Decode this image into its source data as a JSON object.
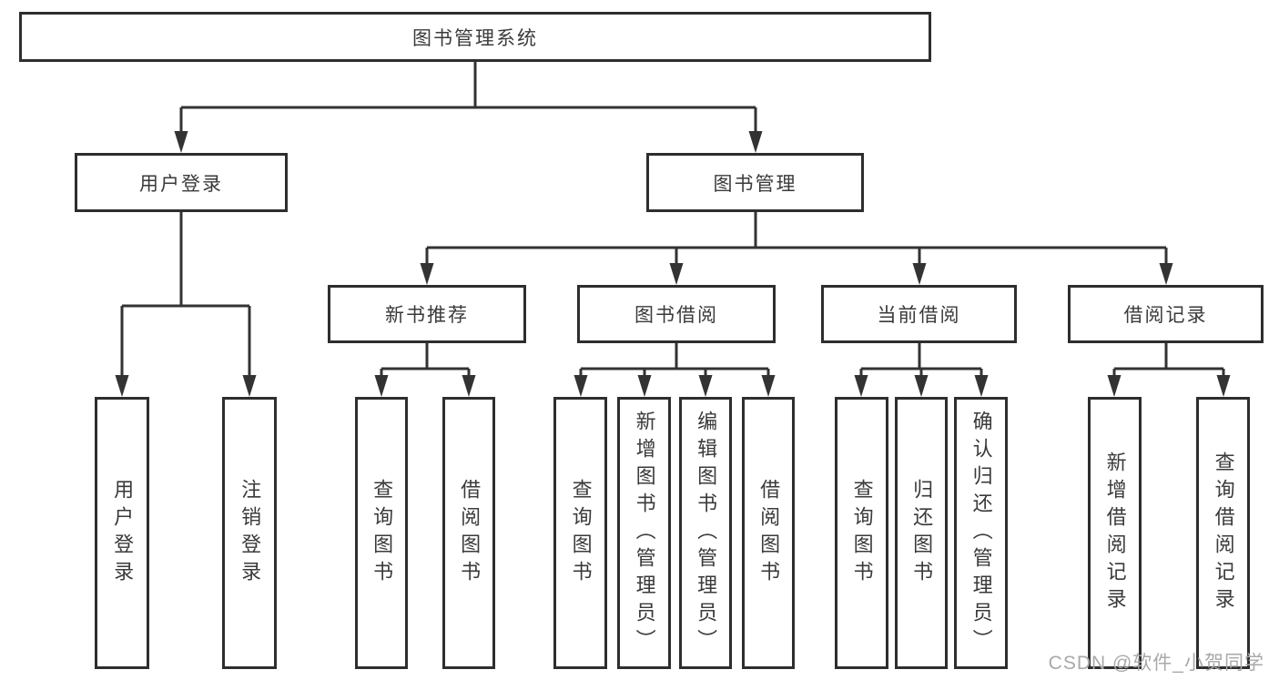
{
  "colors": {
    "box_border": "#2e2e2e",
    "connector_line": "#333333",
    "text": "#3a3a3a",
    "watermark": "#a9a9a9",
    "background": "#ffffff"
  },
  "tree": {
    "root": {
      "label": "图书管理系统"
    },
    "branches": [
      {
        "label": "用户登录",
        "children": [
          {
            "label": "用户登录"
          },
          {
            "label": "注销登录"
          }
        ]
      },
      {
        "label": "图书管理",
        "sections": [
          {
            "label": "新书推荐",
            "children": [
              {
                "label": "查询图书"
              },
              {
                "label": "借阅图书"
              }
            ]
          },
          {
            "label": "图书借阅",
            "children": [
              {
                "label": "查询图书"
              },
              {
                "label": "新增图书（管理员）"
              },
              {
                "label": "编辑图书（管理员）"
              },
              {
                "label": "借阅图书"
              }
            ]
          },
          {
            "label": "当前借阅",
            "children": [
              {
                "label": "查询图书"
              },
              {
                "label": "归还图书"
              },
              {
                "label": "确认归还（管理员）"
              }
            ]
          },
          {
            "label": "借阅记录",
            "children": [
              {
                "label": "新增借阅记录"
              },
              {
                "label": "查询借阅记录"
              }
            ]
          }
        ]
      }
    ]
  },
  "watermark": {
    "text": "CSDN @软件_小贺同学"
  }
}
